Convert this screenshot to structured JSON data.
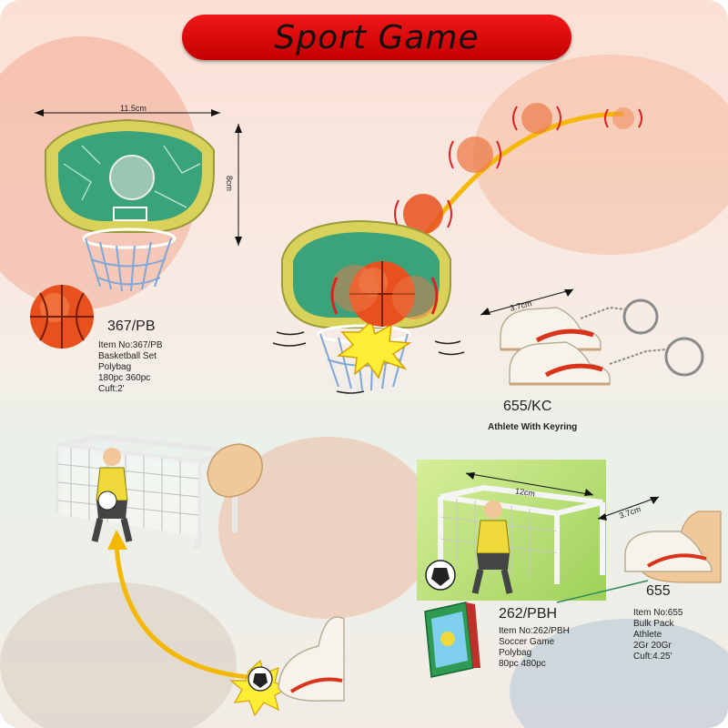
{
  "title": "Sport Game",
  "basketball": {
    "code": "367/PB",
    "specs": [
      "Item No:367/PB",
      "Basketball Set",
      "Polybag",
      "180pc 360pc",
      "Cuft:2'"
    ],
    "dim_width": "11.5cm",
    "dim_height": "8cm"
  },
  "keyring": {
    "code": "655/KC",
    "name": "Athlete With Keyring",
    "dim": "3.7cm"
  },
  "soccer": {
    "code": "262/PBH",
    "specs": [
      "Item No:262/PBH",
      "Soccer Game",
      "Polybag",
      "80pc  480pc"
    ],
    "dim_width": "12cm"
  },
  "athlete": {
    "code": "655",
    "specs": [
      "Item No:655",
      "Bulk Pack",
      "Athlete",
      "2Gr  20Gr",
      "Cuft:4.25'"
    ],
    "dim": "3.7cm"
  },
  "colors": {
    "title_bg": "#e21010",
    "ball": "#e8501e",
    "backboard": "#3aa37a",
    "arrow": "#f5b800",
    "panel": "#a9d665"
  }
}
